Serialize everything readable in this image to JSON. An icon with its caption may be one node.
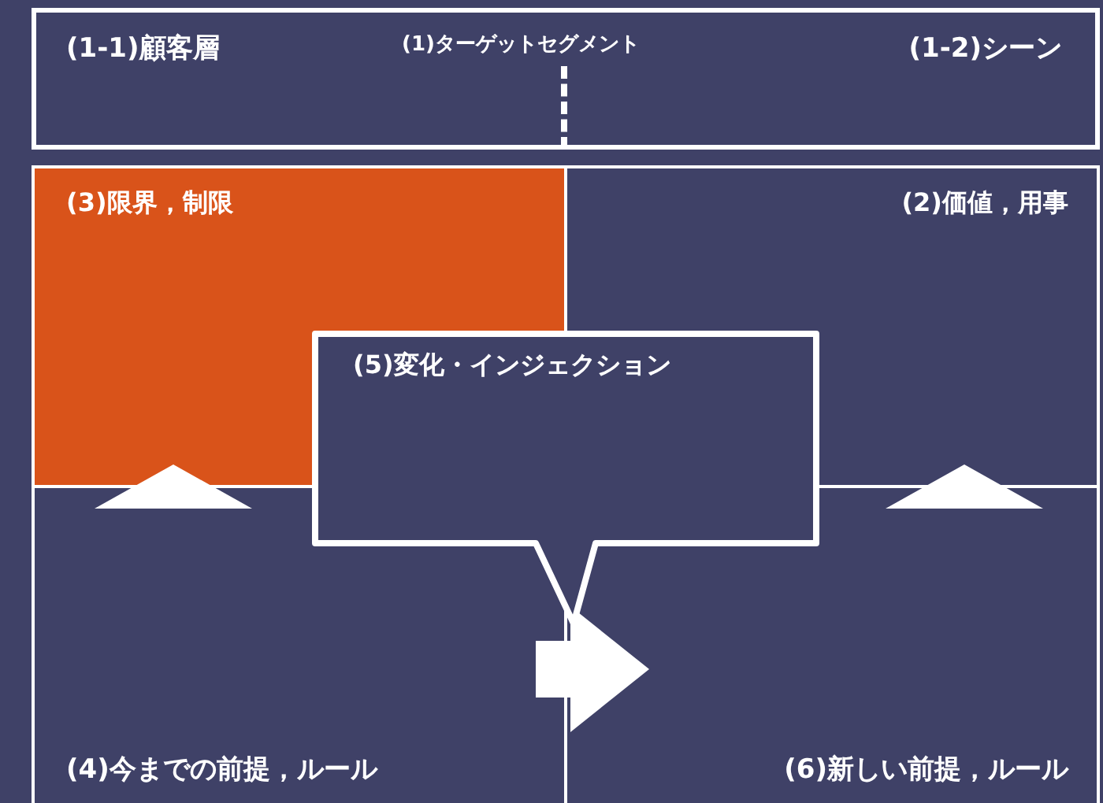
{
  "diagram": {
    "nodes": [
      {
        "text": [
          "(1)ターゲットセグメント"
        ]
      },
      {
        "text": [
          "(1-1)顧客層"
        ],
        "in": 0
      },
      {
        "text": [
          "(1-2)シーン"
        ],
        "in": 0
      },
      {
        "text": [
          "(3)限界，制限"
        ]
      },
      {
        "text": [
          "(2)価値，用事"
        ]
      },
      {
        "text": [
          "(5)変化・インジェクション"
        ]
      },
      {
        "text": [
          "(4)今までの前提，ルール"
        ]
      },
      {
        "text": [
          "(6)新しい前提，ルール"
        ]
      }
    ],
    "edges": [
      {
        "from": 6,
        "to": 3,
        "arrow": "to"
      },
      {
        "from": 7,
        "to": 4,
        "arrow": "to"
      },
      {
        "from": 6,
        "to": 7,
        "arrow": "to",
        "style": "thick"
      }
    ]
  }
}
